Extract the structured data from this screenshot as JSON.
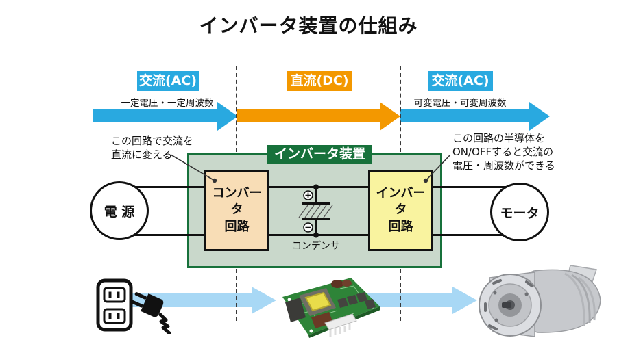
{
  "title": "インバータ装置の仕組み",
  "flow": {
    "ac_left": {
      "label": "交流(AC)",
      "caption": "一定電圧・一定周波数",
      "color": "#29A9E0"
    },
    "dc": {
      "label": "直流(DC)",
      "caption": "",
      "color": "#F39800"
    },
    "ac_right": {
      "label": "交流(AC)",
      "caption": "可変電圧・可変周波数",
      "color": "#29A9E0"
    }
  },
  "annotations": {
    "converter_note": {
      "line1": "この回路で交流を",
      "line2": "直流に変える"
    },
    "inverter_note": {
      "line1": "この回路の半導体を",
      "line2": "ON/OFFすると交流の",
      "line3": "電圧・周波数ができる"
    }
  },
  "device": {
    "title": "インバータ装置",
    "converter": {
      "line1": "コンバータ",
      "line2": "回路"
    },
    "inverter": {
      "line1": "インバータ",
      "line2": "回路"
    },
    "capacitor_label": "コンデンサ",
    "capacitor_plus": "+",
    "capacitor_minus": "−"
  },
  "nodes": {
    "source": "電 源",
    "motor": "モータ"
  },
  "icons": {
    "outlet": "power-outlet-icon",
    "plug": "power-plug-icon",
    "board": "circuit-board-image",
    "motor": "motor-image"
  },
  "colors": {
    "ac_blue": "#29A9E0",
    "dc_orange": "#F39800",
    "device_green_dark": "#17713B",
    "device_green_light": "#C9D8CB",
    "converter_fill": "#F8DDB6",
    "inverter_fill": "#F9F39F",
    "bottom_arrow_blue": "#A8D8F5"
  }
}
